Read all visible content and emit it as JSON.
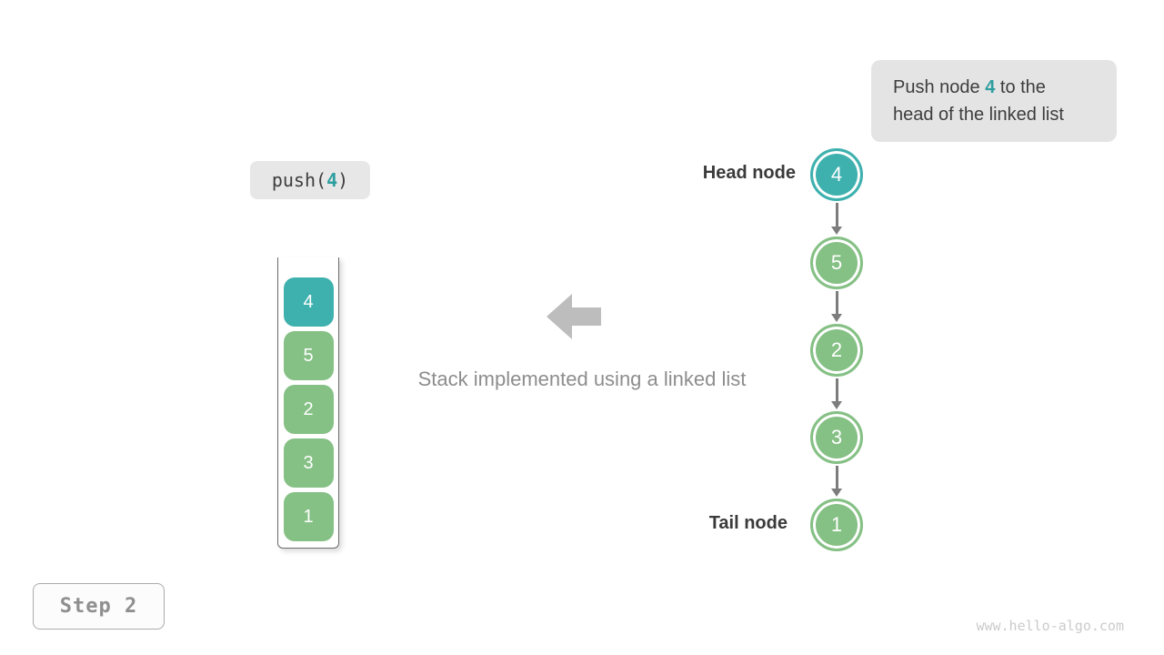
{
  "colors": {
    "teal": "#3eb1ae",
    "green": "#85c085",
    "highlight_text": "#2f9e9e",
    "arrow_gray": "#7d7d7d",
    "big_arrow": "#bdbdbd"
  },
  "callout": {
    "line1_pre": "Push node ",
    "highlight": "4",
    "line1_post": " to the",
    "line2": "head of the linked list"
  },
  "operation": {
    "pre": "push(",
    "arg": "4",
    "post": ")"
  },
  "stack": {
    "values": [
      "4",
      "5",
      "2",
      "3",
      "1"
    ],
    "highlight_index": 0
  },
  "caption": "Stack implemented using a linked list",
  "linked_list": {
    "head_label": "Head node",
    "tail_label": "Tail node",
    "nodes": [
      {
        "value": "4",
        "highlight": true
      },
      {
        "value": "5",
        "highlight": false
      },
      {
        "value": "2",
        "highlight": false
      },
      {
        "value": "3",
        "highlight": false
      },
      {
        "value": "1",
        "highlight": false
      }
    ]
  },
  "step": {
    "label": "Step 2"
  },
  "watermark": "www.hello-algo.com"
}
